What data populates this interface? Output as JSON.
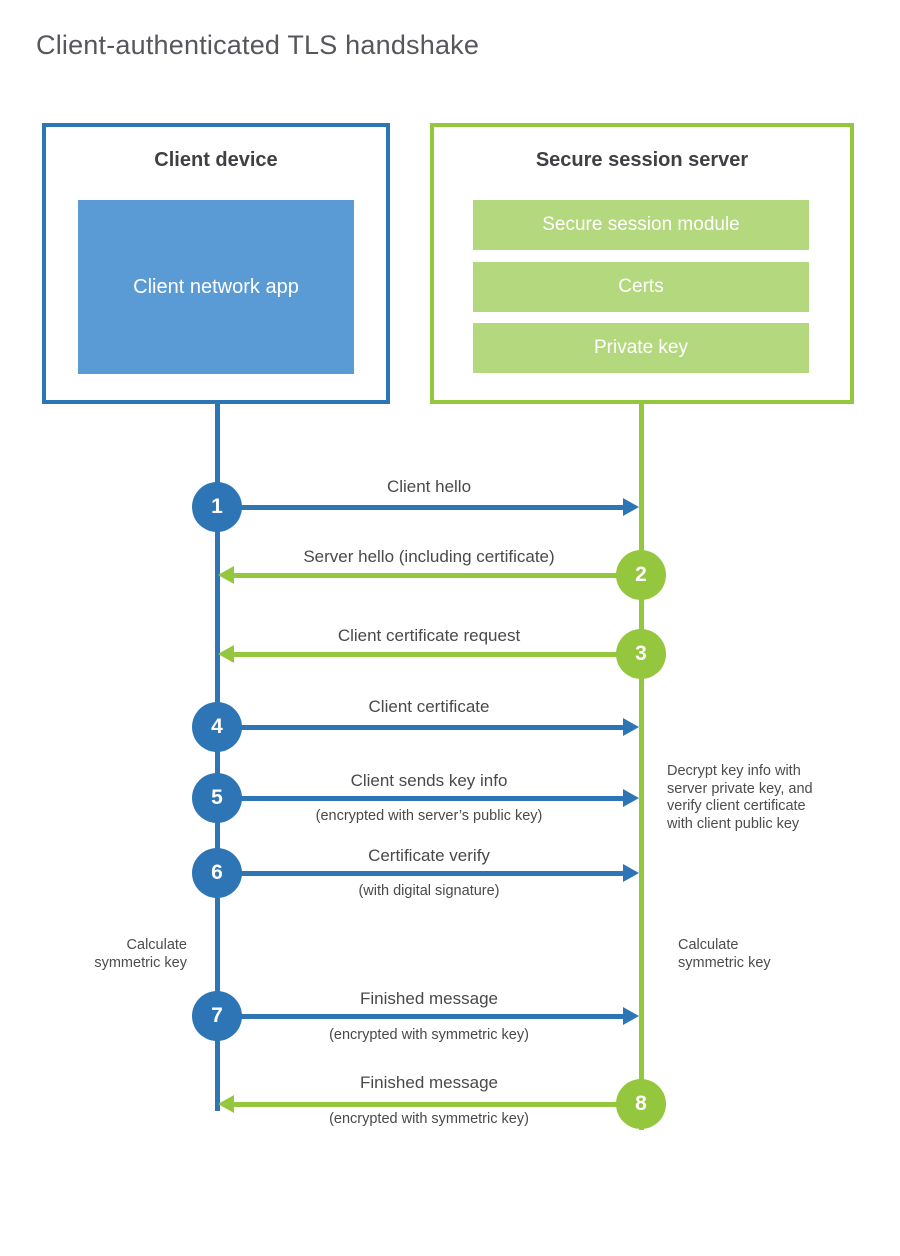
{
  "title": "Client-authenticated TLS handshake",
  "colors": {
    "blue": "#2e75b5",
    "blue_light": "#5b9bd5",
    "green": "#94c63e",
    "green_light": "#b4d87e",
    "text_dark": "#3f4043",
    "text_body": "#48494b"
  },
  "client": {
    "title": "Client device",
    "app_label": "Client network app"
  },
  "server": {
    "title": "Secure session server",
    "modules": [
      "Secure session module",
      "Certs",
      "Private key"
    ]
  },
  "steps": [
    {
      "num": "1",
      "label": "Client hello",
      "sub": "",
      "direction": "right",
      "color": "blue"
    },
    {
      "num": "2",
      "label": "Server hello (including certificate)",
      "sub": "",
      "direction": "left",
      "color": "green"
    },
    {
      "num": "3",
      "label": "Client certificate request",
      "sub": "",
      "direction": "left",
      "color": "green"
    },
    {
      "num": "4",
      "label": "Client certificate",
      "sub": "",
      "direction": "right",
      "color": "blue"
    },
    {
      "num": "5",
      "label": "Client sends key info",
      "sub": "(encrypted with server’s public key)",
      "direction": "right",
      "color": "blue"
    },
    {
      "num": "6",
      "label": "Certificate verify",
      "sub": "(with digital signature)",
      "direction": "right",
      "color": "blue"
    },
    {
      "num": "7",
      "label": "Finished message",
      "sub": "(encrypted with symmetric key)",
      "direction": "right",
      "color": "blue"
    },
    {
      "num": "8",
      "label": "Finished message",
      "sub": "(encrypted with symmetric key)",
      "direction": "left",
      "color": "green"
    }
  ],
  "annotations": {
    "decrypt_note": "Decrypt key info with server private key, and verify client certificate with client public key",
    "calc_left": "Calculate symmetric key",
    "calc_right": "Calculate symmetric key"
  }
}
